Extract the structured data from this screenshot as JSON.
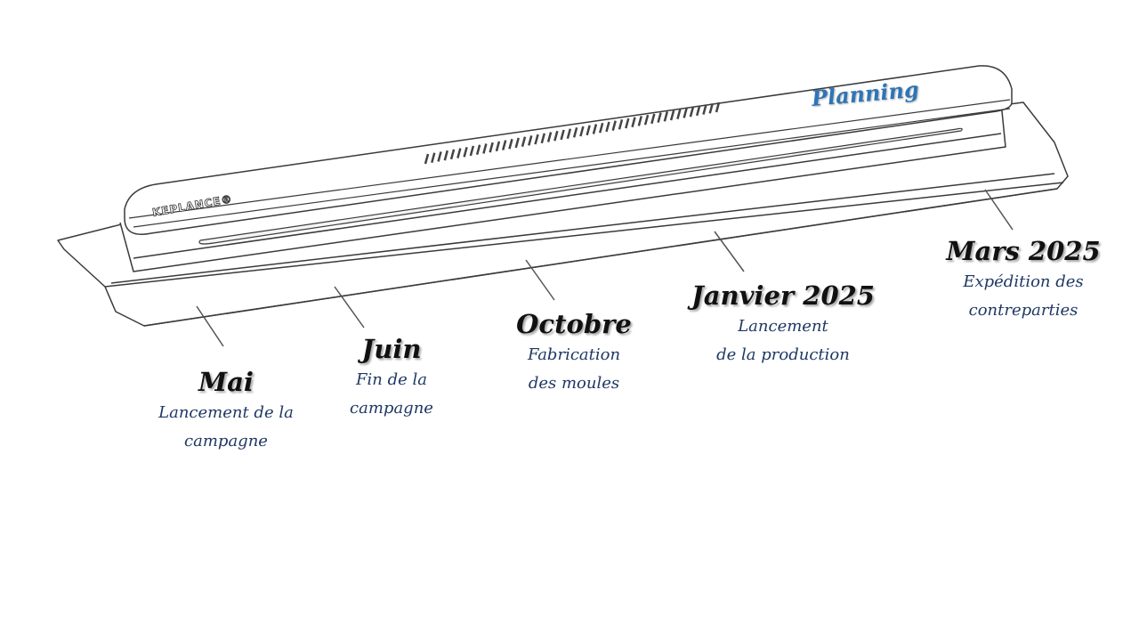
{
  "title": "Planning",
  "brand": "KEPLANCE®",
  "colors": {
    "title": "#2e75b6",
    "description": "#1f3864",
    "date": "#111111",
    "line": "#555555"
  },
  "milestones": [
    {
      "date": "Mai",
      "description_lines": [
        "Lancement de la",
        "campagne"
      ]
    },
    {
      "date": "Juin",
      "description_lines": [
        "Fin de la",
        "campagne"
      ]
    },
    {
      "date": "Octobre",
      "description_lines": [
        "Fabrication",
        "des moules"
      ]
    },
    {
      "date": "Janvier 2025",
      "description_lines": [
        "Lancement",
        "de la production"
      ]
    },
    {
      "date": "Mars 2025",
      "description_lines": [
        "Expédition des",
        "contreparties"
      ]
    }
  ]
}
